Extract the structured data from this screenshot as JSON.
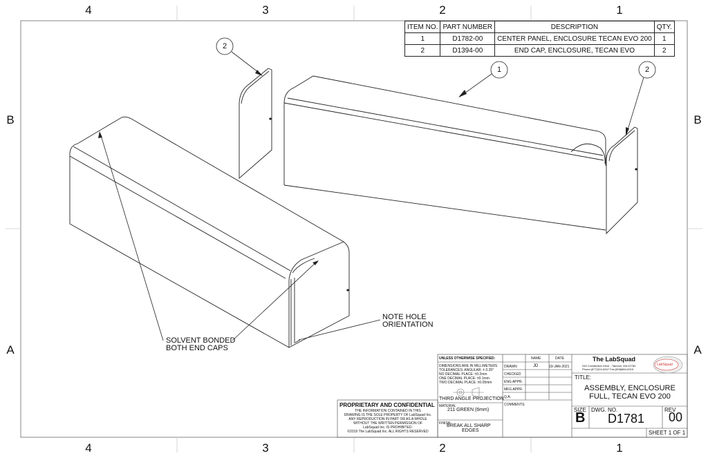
{
  "zones": {
    "columns": [
      "4",
      "3",
      "2",
      "1"
    ],
    "rows": [
      "B",
      "A"
    ]
  },
  "bom": {
    "headers": [
      "ITEM NO.",
      "PART NUMBER",
      "DESCRIPTION",
      "QTY."
    ],
    "rows": [
      [
        "1",
        "D1782-00",
        "CENTER PANEL, ENCLOSURE TECAN EVO 200",
        "1"
      ],
      [
        "2",
        "D1394-00",
        "END CAP, ENCLOSURE, TECAN EVO",
        "2"
      ]
    ]
  },
  "balloons": [
    "2",
    "1",
    "2"
  ],
  "notes": {
    "solvent_line1": "SOLVENT BONDED",
    "solvent_line2": "BOTH END CAPS",
    "hole_line1": "NOTE HOLE",
    "hole_line2": "ORIENTATION"
  },
  "title_block": {
    "proprietary_title": "PROPRIETARY AND CONFIDENTIAL",
    "proprietary_lines": [
      "THE INFORMATION CONTAINED IN THIS",
      "DRAWING IS THE SOLE PROPERTY OF LabSquad Inc.",
      "ANY REPRODUCTION IN PART OR AS A WHOLE",
      "WITHOUT THE WRITTEN PERMISSION OF",
      "LabSquad Inc. IS PROHIBITED.",
      "©2019 The LabSquad Inc. ALL RIGHTS RESERVED"
    ],
    "unless": "UNLESS OTHERWISE SPECIFIED:",
    "tolerance_lines": [
      "DIMENSIONS ARE IN MILLIMETERS",
      "TOLERANCES:  ANGULAR: ± 0.25°",
      "NO DECIMAL PLACE:  ±0.2mm",
      "ONE DECIMAL PLACE: ±0.1mm",
      "TWO DECIMAL PLACE: ±0.05mm"
    ],
    "projection": "THIRD ANGLE PROJECTION",
    "material_label": "MATERIAL",
    "material_value": "211 GREEN (6mm)",
    "finish_label": "FINISH",
    "finish_value1": "BREAK ALL SHARP",
    "finish_value2": "EDGES",
    "name_col": "NAME",
    "date_col": "DATE",
    "drawn_label": "DRAWN",
    "drawn_name": "JD",
    "drawn_date": "19-JAN-2021",
    "checked_label": "CHECKED",
    "eng_label": "ENG APPR.",
    "mfg_label": "MFG APPR.",
    "qa_label": "Q.A.",
    "comments_label": "COMMENTS:",
    "company": "The LabSquad",
    "address1": "245 Constitution Drive - Taunton, MA 02780",
    "address2": "Phone:(877)324-6347 Fax:(508)884-5315",
    "logo_text": "LabSquad",
    "title_label": "TITLE:",
    "title_line1": "ASSEMBLY, ENCLOSURE",
    "title_line2": "FULL, TECAN EVO 200",
    "size_label": "SIZE",
    "size_value": "B",
    "dwg_label": "DWG.  NO.",
    "dwg_value": "D1781",
    "rev_label": "REV",
    "rev_value": "00",
    "sheet": "SHEET 1 OF 1"
  }
}
